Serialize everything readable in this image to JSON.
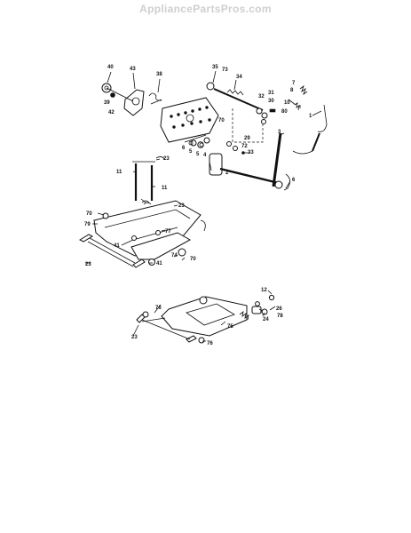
{
  "watermark": "AppliancePartsPros.com",
  "callouts": [
    {
      "id": "c40",
      "text": "40"
    },
    {
      "id": "c43",
      "text": "43"
    },
    {
      "id": "c38",
      "text": "38"
    },
    {
      "id": "c35",
      "text": "35"
    },
    {
      "id": "c73a",
      "text": "73"
    },
    {
      "id": "c34",
      "text": "34"
    },
    {
      "id": "c7",
      "text": "7"
    },
    {
      "id": "c8",
      "text": "8"
    },
    {
      "id": "c39",
      "text": "39"
    },
    {
      "id": "c42",
      "text": "42"
    },
    {
      "id": "c32",
      "text": "32"
    },
    {
      "id": "c31",
      "text": "31"
    },
    {
      "id": "c30",
      "text": "30"
    },
    {
      "id": "c10",
      "text": "10"
    },
    {
      "id": "c80",
      "text": "80"
    },
    {
      "id": "c1",
      "text": "1"
    },
    {
      "id": "c70a",
      "text": "70"
    },
    {
      "id": "c3",
      "text": "3"
    },
    {
      "id": "c29",
      "text": "29"
    },
    {
      "id": "c72",
      "text": "72"
    },
    {
      "id": "c6a",
      "text": "6"
    },
    {
      "id": "c5a",
      "text": "5"
    },
    {
      "id": "c5b",
      "text": "5"
    },
    {
      "id": "c4",
      "text": "4"
    },
    {
      "id": "c33",
      "text": "33"
    },
    {
      "id": "c23a",
      "text": "23"
    },
    {
      "id": "c2",
      "text": "2"
    },
    {
      "id": "c11a",
      "text": "11"
    },
    {
      "id": "c11b",
      "text": "11"
    },
    {
      "id": "c6b",
      "text": "6"
    },
    {
      "id": "c23b",
      "text": "23"
    },
    {
      "id": "c70b",
      "text": "70"
    },
    {
      "id": "c79",
      "text": "79"
    },
    {
      "id": "c77",
      "text": "77"
    },
    {
      "id": "c41a",
      "text": "41"
    },
    {
      "id": "c74",
      "text": "74"
    },
    {
      "id": "c70c",
      "text": "70"
    },
    {
      "id": "c23c",
      "text": "23"
    },
    {
      "id": "c41b",
      "text": "41"
    },
    {
      "id": "c12",
      "text": "12"
    },
    {
      "id": "c76a",
      "text": "76"
    },
    {
      "id": "c26",
      "text": "26"
    },
    {
      "id": "c78",
      "text": "78"
    },
    {
      "id": "c24",
      "text": "24"
    },
    {
      "id": "c75",
      "text": "75"
    },
    {
      "id": "c23d",
      "text": "23"
    },
    {
      "id": "c76b",
      "text": "76"
    }
  ]
}
